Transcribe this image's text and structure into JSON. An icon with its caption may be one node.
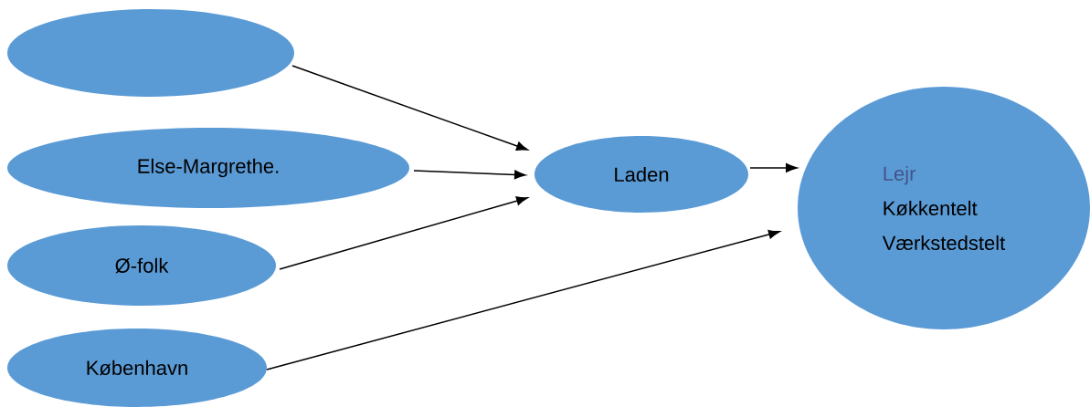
{
  "diagram": {
    "nodes": [
      {
        "text": [],
        "shape": "ellipse"
      },
      {
        "text": [
          "Else-Margrethe."
        ]
      },
      {
        "text": [
          "Ø-folk"
        ]
      },
      {
        "text": [
          "København"
        ]
      },
      {
        "text": [
          "Laden"
        ]
      },
      {
        "text": [
          "Lejr",
          "Køkkentelt",
          "Værkstedstelt"
        ]
      }
    ],
    "edges": [
      {
        "from": 0,
        "to": 4,
        "arrow": "to"
      },
      {
        "from": 1,
        "to": 4,
        "arrow": "to"
      },
      {
        "from": 2,
        "to": 4,
        "arrow": "to"
      },
      {
        "from": 4,
        "to": 5,
        "arrow": "to"
      },
      {
        "from": 3,
        "to": 5,
        "arrow": "to"
      }
    ]
  }
}
